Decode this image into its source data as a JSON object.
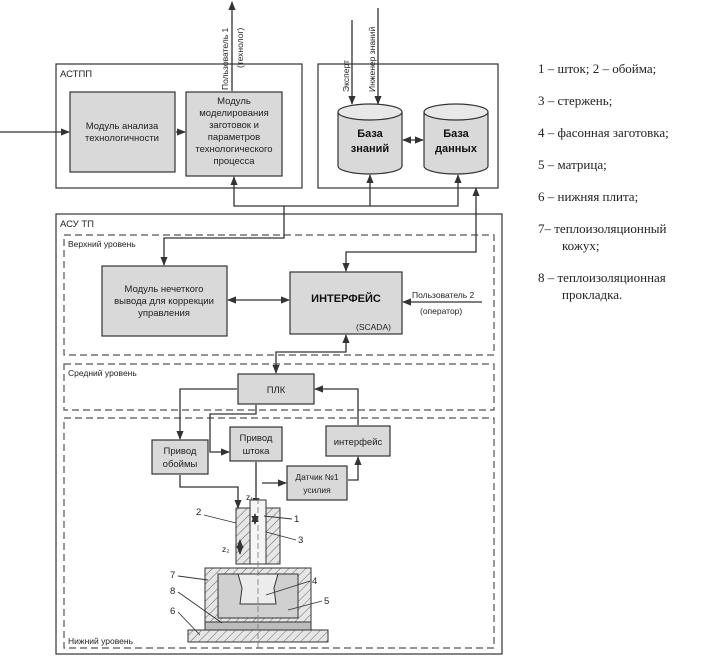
{
  "astpp": {
    "title": "АСТПП",
    "module_analysis": [
      "Модуль анализа",
      "технологичности"
    ],
    "module_modeling": [
      "Модуль",
      "моделирования",
      "заготовок и",
      "параметров",
      "технологического",
      "процесса"
    ],
    "user1": [
      "Пользователь 1",
      "(технолог)"
    ]
  },
  "knowledge": {
    "expert": "Эксперт",
    "engineer": "Инженер знаний",
    "kb": [
      "База",
      "знаний"
    ],
    "db": [
      "База",
      "данных"
    ]
  },
  "asutp": {
    "title": "АСУ ТП",
    "upper": "Верхний уровень",
    "middle": "Средний уровень",
    "lower": "Нижний уровень",
    "fuzzy": [
      "Модуль нечеткого",
      "вывода для коррекции",
      "управления"
    ],
    "interface": "ИНТЕРФЕЙС",
    "scada": "(SCADA)",
    "user2": [
      "Пользователь 2",
      "(оператор)"
    ],
    "plc": "ПЛК",
    "drive_cage": [
      "Привод",
      "обоймы"
    ],
    "drive_rod": [
      "Привод",
      "штока"
    ],
    "interface2": "интерфейс",
    "sensor": [
      "Датчик №1",
      "усилия"
    ],
    "z1": "z₁",
    "z2": "z₂",
    "nums": [
      "1",
      "2",
      "3",
      "4",
      "5",
      "6",
      "7",
      "8"
    ]
  },
  "legend": {
    "l1": "1 – шток; 2 – обойма;",
    "l2": "3 – стержень;",
    "l3": "4 – фасонная заготовка;",
    "l4": "5 – матрица;",
    "l5": "6 – нижняя плита;",
    "l6a": "7– теплоизоляционный",
    "l6b": "кожух;",
    "l7a": "8 – теплоизоляционная",
    "l7b": "прокладка."
  }
}
